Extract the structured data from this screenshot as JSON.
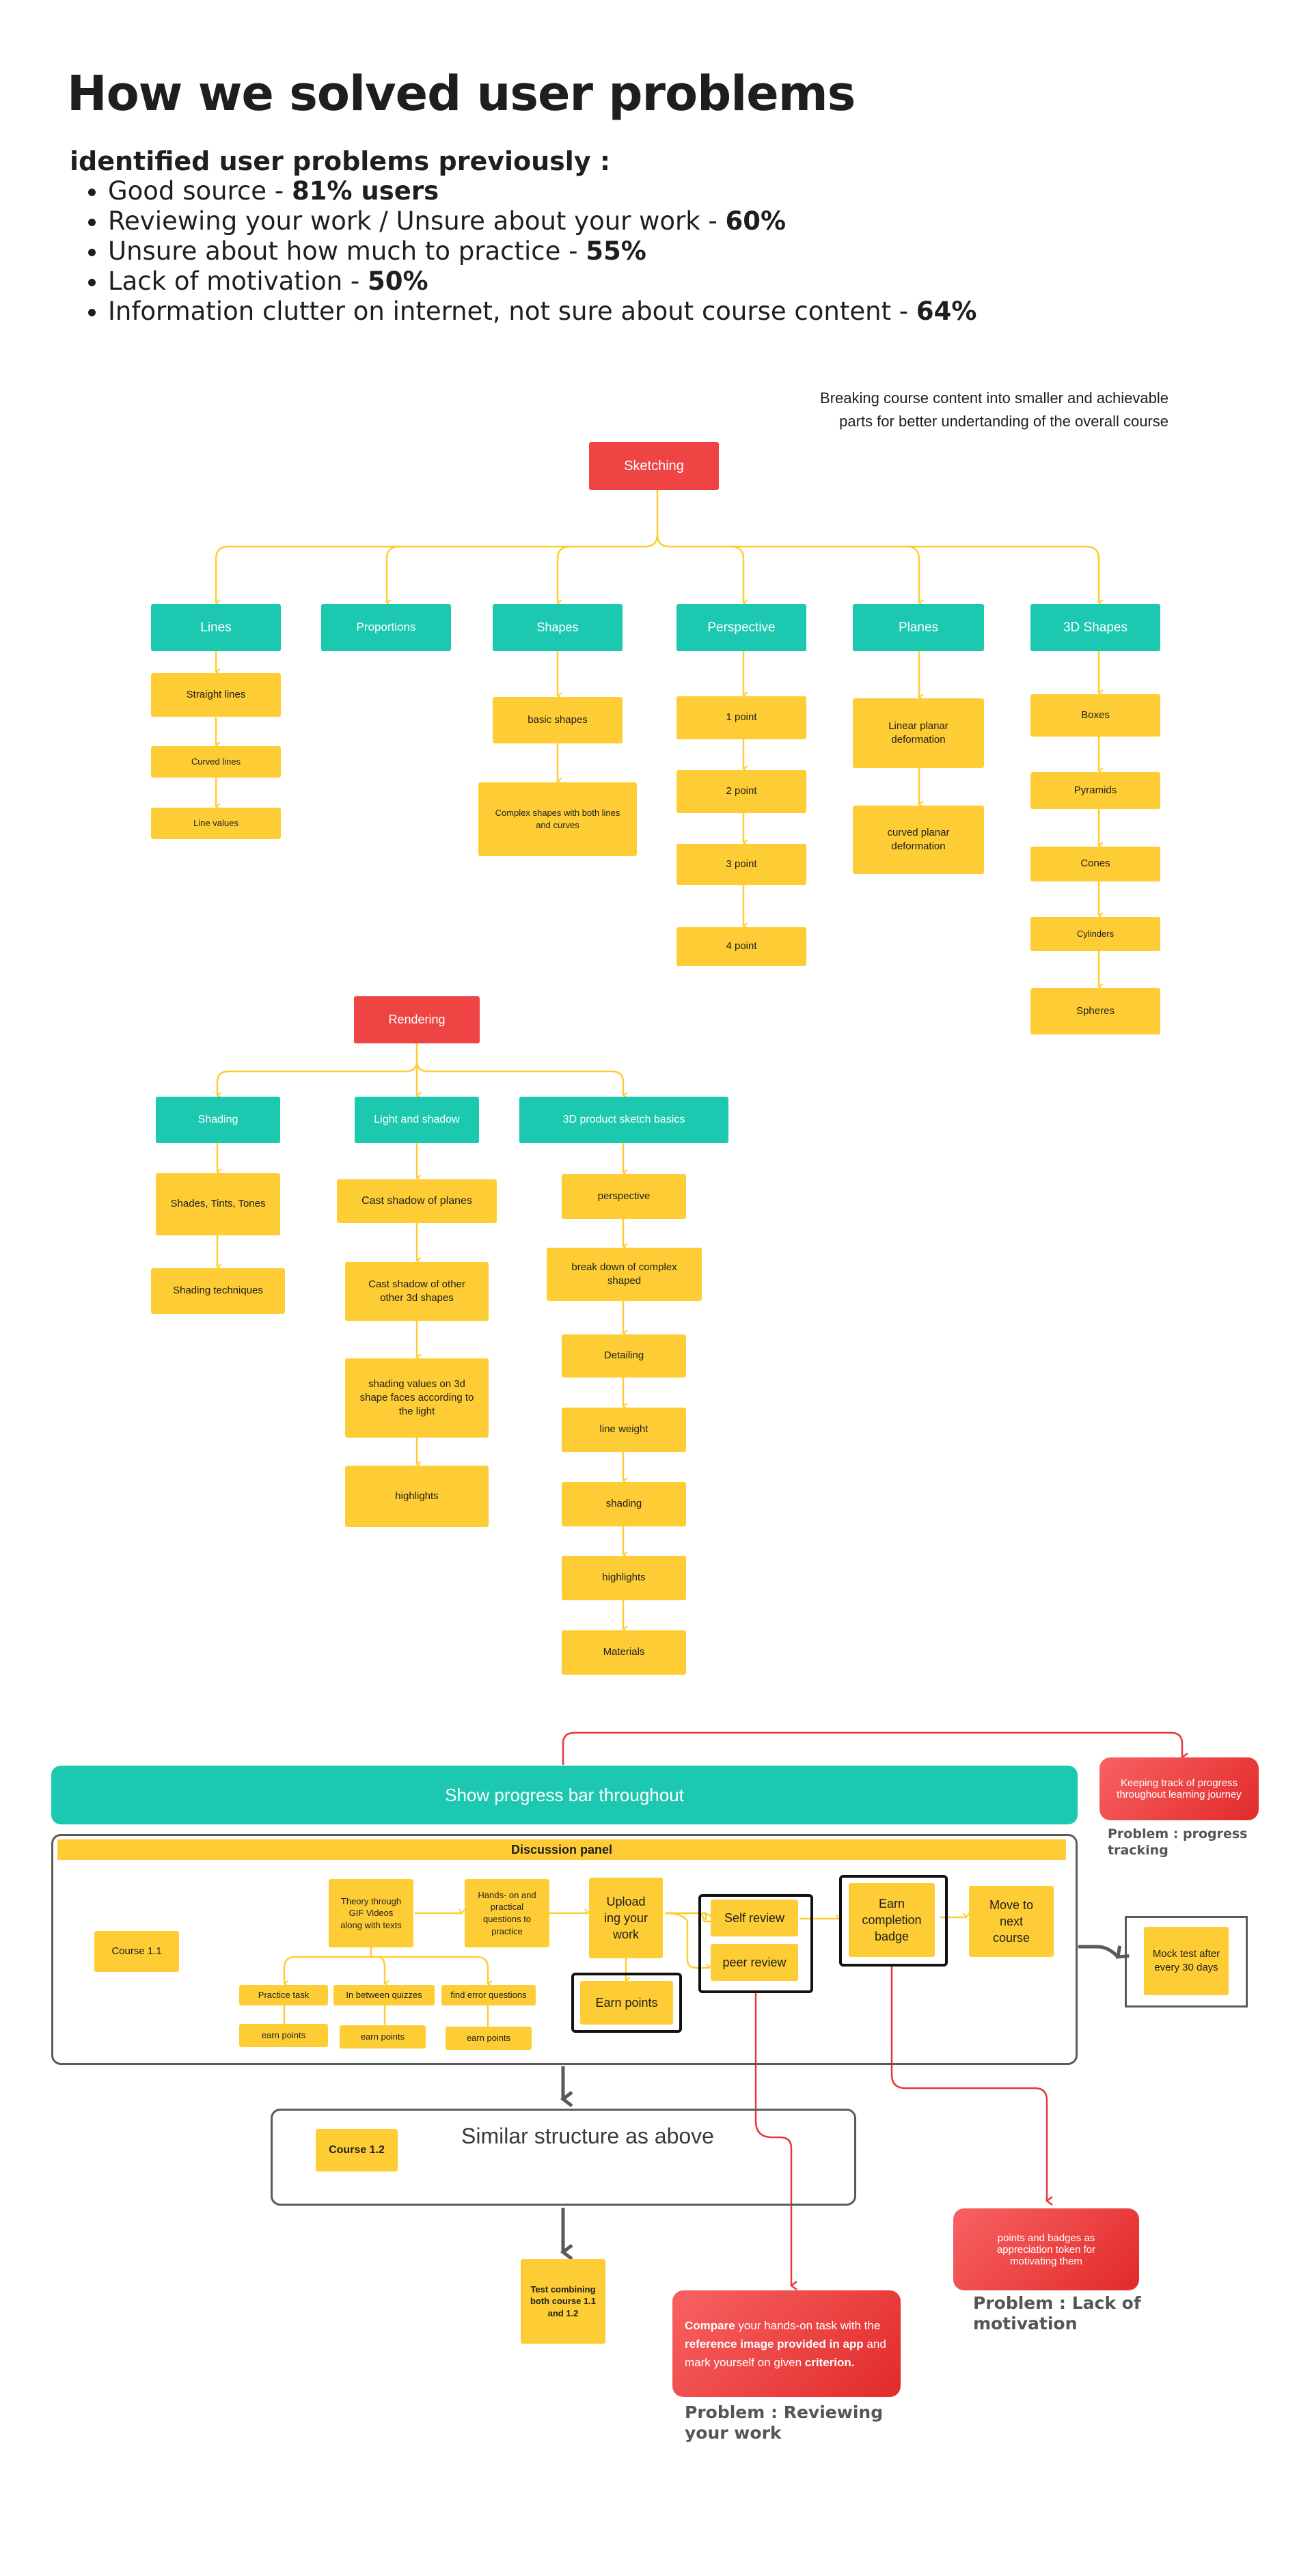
{
  "header": {
    "title": "How we solved user problems",
    "subtitle": "identified user problems previously :",
    "problems": [
      {
        "text": "Good source - ",
        "value": "81% users"
      },
      {
        "text": "Reviewing your work / Unsure about your work - ",
        "value": "60%"
      },
      {
        "text": "Unsure about how much to practice - ",
        "value": "55%"
      },
      {
        "text": "Lack of motivation - ",
        "value": "50%"
      },
      {
        "text": "Information clutter on internet, not sure about course content - ",
        "value": "64%"
      }
    ]
  },
  "sketching": {
    "note": "Breaking course content into smaller and achievable parts for better undertanding of the overall course",
    "root": "Sketching",
    "branches": [
      {
        "label": "Lines",
        "items": [
          "Straight lines",
          "Curved lines",
          "Line values"
        ]
      },
      {
        "label": "Proportions",
        "items": []
      },
      {
        "label": "Shapes",
        "items": [
          "basic shapes",
          "Complex shapes with both lines and curves"
        ]
      },
      {
        "label": "Perspective",
        "items": [
          "1 point",
          "2 point",
          "3 point",
          "4 point"
        ]
      },
      {
        "label": "Planes",
        "items": [
          "Linear planar deformation",
          "curved planar deformation"
        ]
      },
      {
        "label": "3D Shapes",
        "items": [
          "Boxes",
          "Pyramids",
          "Cones",
          "Cylinders",
          "Spheres"
        ]
      }
    ]
  },
  "rendering": {
    "root": "Rendering",
    "branches": [
      {
        "label": "Shading",
        "items": [
          "Shades, Tints, Tones",
          "Shading techniques"
        ]
      },
      {
        "label": "Light and shadow",
        "items": [
          "Cast shadow of planes",
          "Cast shadow of other other 3d shapes",
          "shading values on 3d shape faces according to the light",
          "highlights"
        ]
      },
      {
        "label": "3D product sketch basics",
        "items": [
          "perspective",
          "break down of complex shaped",
          "Detailing",
          "line weight",
          "shading",
          "highlights",
          "Materials"
        ]
      }
    ]
  },
  "flow": {
    "progress_bar": "Show progress bar throughout",
    "discussion_panel": "Discussion panel",
    "course_1_1": "Course 1.1",
    "theory": "Theory through GIF Videos along with texts",
    "hands_on": "Hands- on and practical questions to practice",
    "upload": "Upload ing your work",
    "earn_points": "Earn points",
    "self_review": "Self review",
    "peer_review": "peer review",
    "earn_badge": "Earn completion badge",
    "move_next": "Move to next course",
    "mock_test": "Mock test after every 30 days",
    "sub_tasks": [
      {
        "task": "Practice task",
        "reward": "earn points"
      },
      {
        "task": "In between quizzes",
        "reward": "earn points"
      },
      {
        "task": "find error questions",
        "reward": "earn points"
      }
    ],
    "course_1_2": "Course 1.2",
    "similar": "Similar structure as above",
    "test_combining": "Test combining both course 1.1 and 1.2"
  },
  "callouts": {
    "progress": {
      "text": "Keeping track of progress throughout learning journey",
      "label": "Problem : progress tracking"
    },
    "motivation": {
      "text": "points and badges as appreciation token for motivating them",
      "label": "Problem : Lack of motivation"
    },
    "review": {
      "parts": [
        {
          "t": "Compare",
          "b": true
        },
        {
          "t": " your hands-on task with the ",
          "b": false
        },
        {
          "t": "reference image provided in app",
          "b": true
        },
        {
          "t": " and mark yourself on given ",
          "b": false
        },
        {
          "t": "criterion.",
          "b": true
        }
      ],
      "label": "Problem : Reviewing your work"
    }
  },
  "colors": {
    "red": "#ef4444",
    "teal": "#1cc8b0",
    "yellow": "#fecd35",
    "connector": "#fecd35",
    "arrow_red": "#e5383b",
    "grey": "#5a5a5a"
  }
}
